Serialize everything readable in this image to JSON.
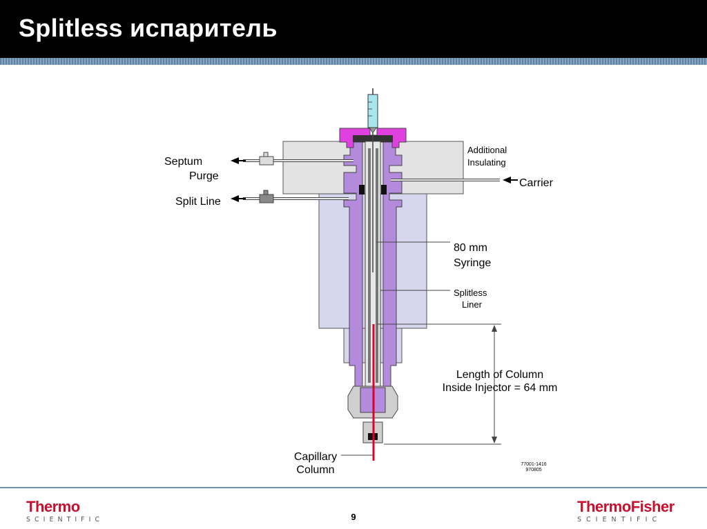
{
  "slide": {
    "title": "Splitless испаритель",
    "page_number": "9"
  },
  "footer": {
    "left_logo_main": "Thermo",
    "left_logo_sub": "SCIENTIFIC",
    "right_logo_main_a": "Thermo",
    "right_logo_main_b": "Fisher",
    "right_logo_sub": "SCIENTIFIC"
  },
  "diagram": {
    "labels": {
      "septum_a": "Septum",
      "septum_b": "Purge",
      "split_line": "Split Line",
      "additional_a": "Additional",
      "additional_b": "Insulating",
      "carrier": "Carrier",
      "syringe_a": "80 mm",
      "syringe_b": "Syringe",
      "liner_a": "Splitless",
      "liner_b": "Liner",
      "length_a": "Length of Column",
      "length_b": "Inside Injector = 64 mm",
      "capillary_a": "Capillary",
      "capillary_b": "Column",
      "code_a": "77001-1416",
      "code_b": "970805"
    },
    "colors": {
      "insulation": "#e3e3e3",
      "heater_block": "#d6d6ef",
      "liner_body": "#b48bdc",
      "septum_nut": "#e040e0",
      "column": "#e0002a",
      "syringe": "#a8e6ef"
    }
  }
}
